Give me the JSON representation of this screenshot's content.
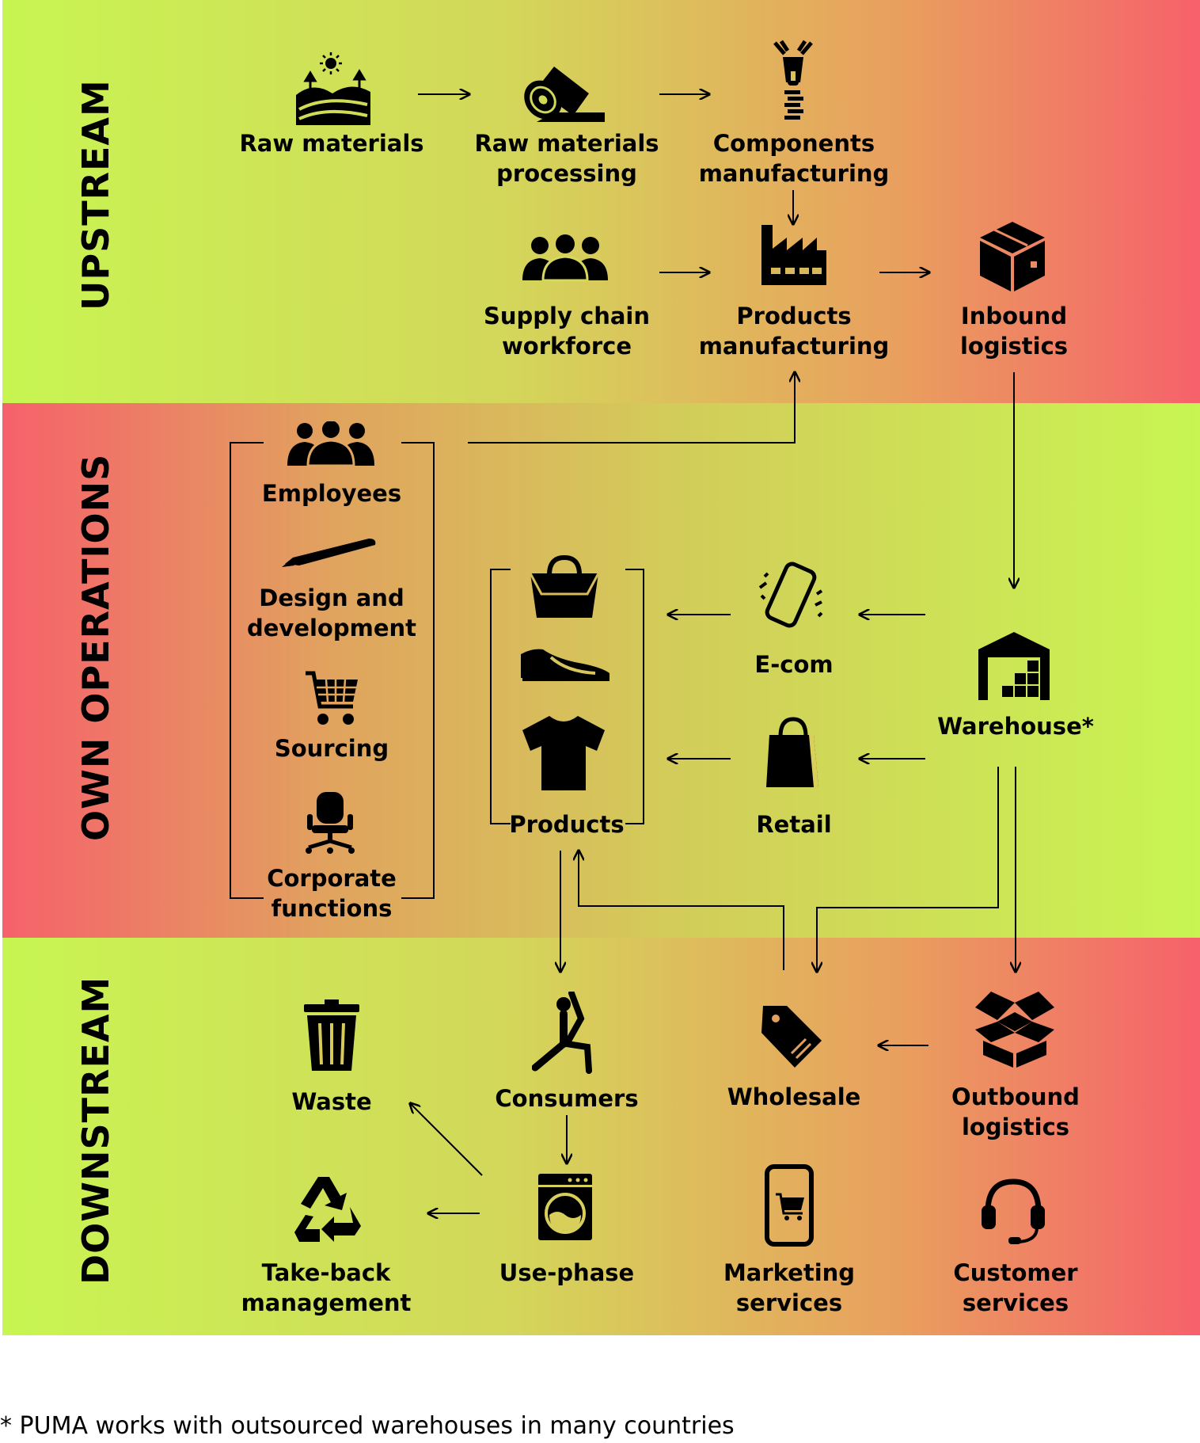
{
  "stages": {
    "upstream": "UPSTREAM",
    "own_operations": "OWN OPERATIONS",
    "downstream": "DOWNSTREAM"
  },
  "nodes": {
    "raw_materials": "Raw materials",
    "raw_materials_processing": "Raw materials\nprocessing",
    "components_manufacturing": "Components\nmanufacturing",
    "supply_chain_workforce": "Supply chain\nworkforce",
    "products_manufacturing": "Products\nmanufacturing",
    "inbound_logistics": "Inbound\nlogistics",
    "employees": "Employees",
    "design_and_development": "Design and\ndevelopment",
    "sourcing": "Sourcing",
    "corporate_functions": "Corporate\nfunctions",
    "products": "Products",
    "e_com": "E-com",
    "retail": "Retail",
    "warehouse": "Warehouse*",
    "waste": "Waste",
    "consumers": "Consumers",
    "wholesale": "Wholesale",
    "outbound_logistics": "Outbound\nlogistics",
    "take_back_management": "Take-back\nmanagement",
    "use_phase": "Use-phase",
    "marketing_services": "Marketing\nservices",
    "customer_services": "Customer\nservices"
  },
  "footnote": "* PUMA works with outsourced warehouses in many countries",
  "colors": {
    "green": "#c8f552",
    "red": "#f6616b",
    "orange": "#e99f5e",
    "ink": "#000000"
  }
}
